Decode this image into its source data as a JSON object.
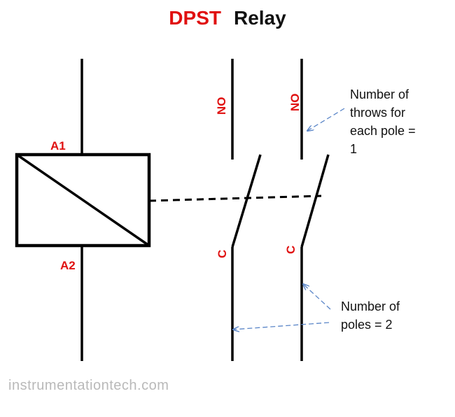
{
  "title": {
    "part1": "DPST",
    "part2": "Relay"
  },
  "coil": {
    "top_label": "A1",
    "bottom_label": "A2"
  },
  "contacts": {
    "no_label": "NO",
    "common_label": "C"
  },
  "annotations": {
    "throws": "Number of\nthrows for\neach pole =\n1",
    "poles": "Number of\npoles = 2"
  },
  "footer": "instrumentationtech.com",
  "colors": {
    "label_red": "#e01010",
    "line": "#000000",
    "arrow": "#5b86c8",
    "footer": "#b9b9b9"
  }
}
